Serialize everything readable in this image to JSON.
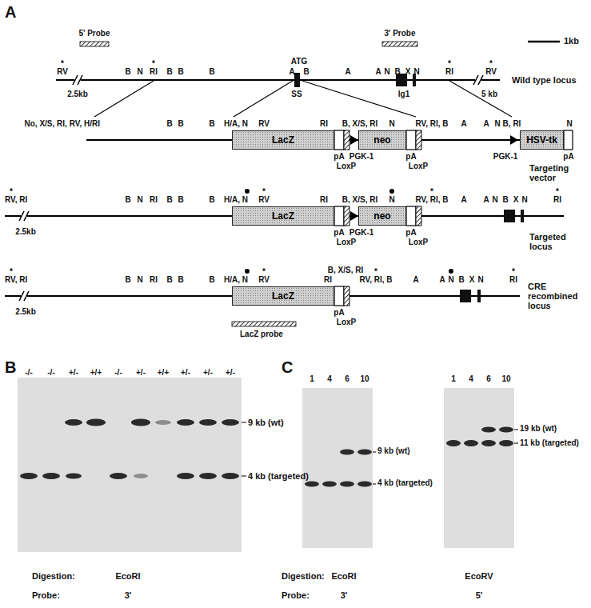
{
  "diagram": {
    "nodes": [
      {
        "text": [
          "LacZ"
        ]
      },
      {
        "text": [
          "neo"
        ]
      },
      {
        "text": [
          "HSV-tk"
        ]
      },
      {
        "text": [
          "LacZ"
        ]
      },
      {
        "text": [
          "neo"
        ]
      },
      {
        "text": [
          "LacZ"
        ]
      }
    ],
    "labels": [
      "A",
      "5' Probe",
      "3' Probe",
      "1kb",
      "*",
      "RV",
      "2.5kb",
      "B",
      "N",
      "*",
      "RI",
      "B",
      "B",
      "B",
      "ATG",
      "A",
      "B",
      "A",
      "A",
      "N",
      "B",
      "X",
      "N",
      "*",
      "RI",
      "*",
      "RV",
      "5 kb",
      "SS",
      "Ig1",
      "Wild type locus",
      "No, X/S, RI, RV, H/RI",
      "B",
      "B",
      "B",
      "H/A, N",
      "RV",
      "RI",
      "B, X/S, RI",
      "N",
      "RV, RI, B",
      "A",
      "A",
      "N B, RI",
      "N",
      "pA",
      "LoxP",
      "PGK-1",
      "pA",
      "LoxP",
      "PGK-1",
      "pA",
      "Targeting vector",
      "*",
      "RV, RI",
      "2.5kb",
      "B",
      "N",
      "RI",
      "B",
      "B",
      "B",
      "H/A, N",
      "*",
      "RV",
      "RI",
      "B, X/S, RI",
      "N",
      "*",
      "RV, RI, B",
      "A",
      "A",
      "N",
      "B",
      "X",
      "N",
      "*",
      "RI",
      "pA",
      "LoxP",
      "PGK-1",
      "pA",
      "LoxP",
      "Targeted locus",
      "*",
      "RV, RI",
      "2.5kb",
      "B",
      "N",
      "RI",
      "B",
      "B",
      "B",
      "H/A, N",
      "*",
      "RV",
      "B, X/S, RI",
      "RI",
      "*",
      "RV, RI, B",
      "A",
      "A",
      "N",
      "B",
      "X",
      "N",
      "*",
      "RI",
      "pA",
      "LoxP",
      "CRE recombined locus",
      "LacZ probe",
      "B",
      "-/-",
      "-/-",
      "+/-",
      "+/+",
      "-/-",
      "+/-",
      "+/+",
      "+/-",
      "+/-",
      "+/-",
      "9 kb (wt)",
      "4 kb (targeted)",
      "Digestion:",
      "EcoRI",
      "Probe:",
      "3'",
      "C",
      "1",
      "4",
      "6",
      "10",
      "1",
      "4",
      "6",
      "10",
      "9 kb (wt)",
      "4 kb (targeted)",
      "19 kb (wt)",
      "11 kb (targeted)",
      "Digestion:",
      "EcoRI",
      "EcoRV",
      "Probe:",
      "3'",
      "5'"
    ]
  }
}
